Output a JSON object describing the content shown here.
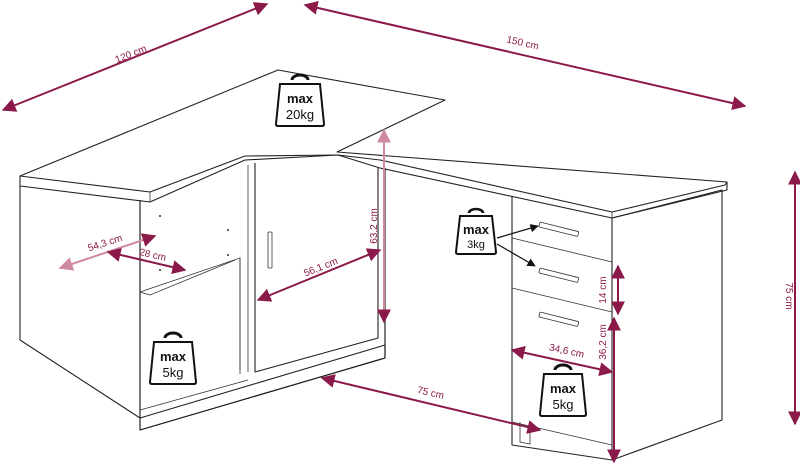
{
  "dimensions": {
    "width_left": "120 cm",
    "width_right": "150 cm",
    "height": "75 cm",
    "shelf_depth": "54,3 cm",
    "shelf_inner": "28 cm",
    "door_width": "56,1 cm",
    "door_height": "63,2 cm",
    "knee_space": "75 cm",
    "drawer_height": "14 cm",
    "drawer_width": "34,6 cm",
    "cabinet_height": "36,2 cm"
  },
  "weights": {
    "top": {
      "label": "max",
      "value": "20kg"
    },
    "drawer": {
      "label": "max",
      "value": "3kg"
    },
    "shelf": {
      "label": "max",
      "value": "5kg"
    },
    "cabinet": {
      "label": "max",
      "value": "5kg"
    }
  },
  "colors": {
    "dimension": "#8b1a4a",
    "dimension_light": "#d08aa0",
    "outline": "#222222"
  }
}
